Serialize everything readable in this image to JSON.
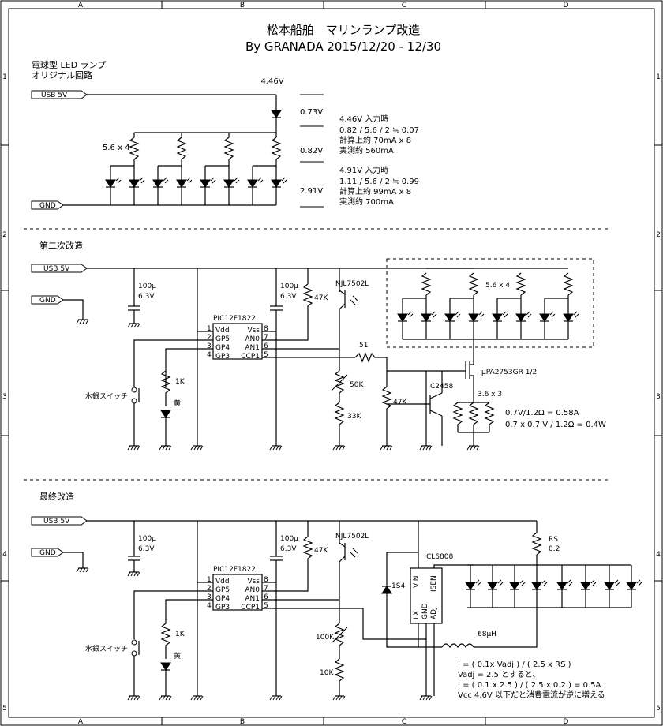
{
  "title": {
    "line1": "松本船舶　マリンランプ改造",
    "line2": "By GRANADA 2015/12/20 - 12/30"
  },
  "border": {
    "columns": [
      "A",
      "B",
      "C",
      "D"
    ],
    "rows": [
      "1",
      "2",
      "3",
      "4",
      "5"
    ]
  },
  "section1": {
    "heading_line1": "電球型 LED ランプ",
    "heading_line2": "オリジナル回路",
    "usb": "USB 5V",
    "gnd": "GND",
    "res_label": "5.6 x 4",
    "v_top": "4.46V",
    "v_diode": "0.73V",
    "v_res": "0.82V",
    "v_led": "2.91V",
    "note_a": [
      "4.46V 入力時",
      "0.82 / 5.6 / 2 ≒ 0.07",
      "計算上約 70mA x 8",
      "実測約 560mA"
    ],
    "note_b": [
      "4.91V 入力時",
      "1.11 / 5.6 / 2 ≒ 0.99",
      "計算上約 99mA x 8",
      "実測約 700mA"
    ]
  },
  "section2": {
    "heading": "第二次改造",
    "usb": "USB 5V",
    "gnd": "GND",
    "cap1": [
      "100μ",
      "6.3V"
    ],
    "cap2": [
      "100μ",
      "6.3V"
    ],
    "r_pullup": "47K",
    "reg": "NJL7502L",
    "ic_name": "PIC12F1822",
    "ic_pins_left": [
      [
        "1",
        "Vdd"
      ],
      [
        "2",
        "GP5"
      ],
      [
        "3",
        "GP4"
      ],
      [
        "4",
        "GP3"
      ]
    ],
    "ic_pins_right": [
      [
        "Vss",
        "8"
      ],
      [
        "AN0",
        "7"
      ],
      [
        "AN1",
        "6"
      ],
      [
        "CCP1",
        "5"
      ]
    ],
    "r_led": "1K",
    "led_color": "黄",
    "switch": "水銀スイッチ",
    "r51": "51",
    "vr": "50K",
    "r33": "33K",
    "r47b": "47K",
    "fet": "μPA2753GR 1/2",
    "tr": "C2458",
    "res_array": "5.6 x 4",
    "sense": "3.6 x 3",
    "calc": [
      "0.7V/1.2Ω = 0.58A",
      "0.7 x 0.7 V / 1.2Ω = 0.4W"
    ]
  },
  "section3": {
    "heading": "最終改造",
    "usb": "USB 5V",
    "gnd": "GND",
    "cap1": [
      "100μ",
      "6.3V"
    ],
    "cap2": [
      "100μ",
      "6.3V"
    ],
    "r_pullup": "47K",
    "reg": "NJL7502L",
    "ic_name": "PIC12F1822",
    "ic_pins_left": [
      [
        "1",
        "Vdd"
      ],
      [
        "2",
        "GP5"
      ],
      [
        "3",
        "GP4"
      ],
      [
        "4",
        "GP3"
      ]
    ],
    "ic_pins_right": [
      [
        "Vss",
        "8"
      ],
      [
        "AN0",
        "7"
      ],
      [
        "AN1",
        "6"
      ],
      [
        "CCP1",
        "5"
      ]
    ],
    "r_led": "1K",
    "led_color": "黄",
    "switch": "水銀スイッチ",
    "driver": "CL6808",
    "driver_pins": [
      "VIN",
      "ISEN",
      "LX",
      "GND",
      "ADJ"
    ],
    "diode": "1S4",
    "rs": [
      "RS",
      "0.2"
    ],
    "inductor": "68μH",
    "vr": "100K",
    "r10": "10K",
    "calc": [
      "I = ( 0.1x Vadj ) / ( 2.5 x RS )",
      "Vadj = 2.5 とすると、",
      "I = ( 0.1 x 2.5 ) / ( 2.5 x 0.2 ) = 0.5A",
      "Vcc 4.6V 以下だと消費電流が逆に増える"
    ]
  }
}
